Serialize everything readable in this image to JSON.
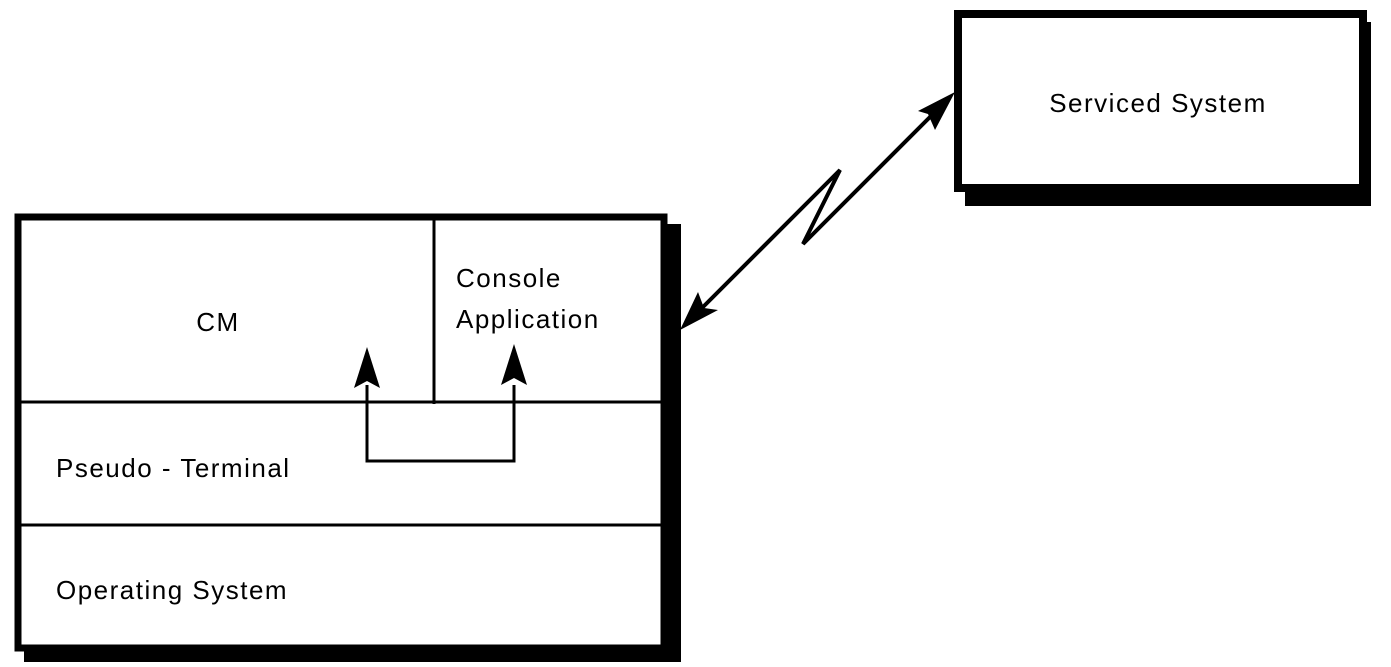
{
  "diagram": {
    "type": "system-architecture",
    "colors": {
      "stroke": "#000000",
      "background": "#ffffff",
      "shadow": "#000000"
    },
    "serviced_system": {
      "label": "Serviced System"
    },
    "host_stack": {
      "layers": {
        "cm": {
          "label": "CM"
        },
        "console_application": {
          "line1": "Console",
          "line2": "Application"
        },
        "pseudo_terminal": {
          "label": "Pseudo -  Terminal"
        },
        "operating_system": {
          "label": "Operating System"
        }
      }
    },
    "connections": [
      {
        "from": "host_stack",
        "to": "serviced_system",
        "kind": "bidirectional-link",
        "style": "lightning"
      },
      {
        "from": "pseudo_terminal",
        "to": "cm",
        "kind": "arrow"
      },
      {
        "from": "pseudo_terminal",
        "to": "console_application",
        "kind": "arrow"
      }
    ]
  }
}
